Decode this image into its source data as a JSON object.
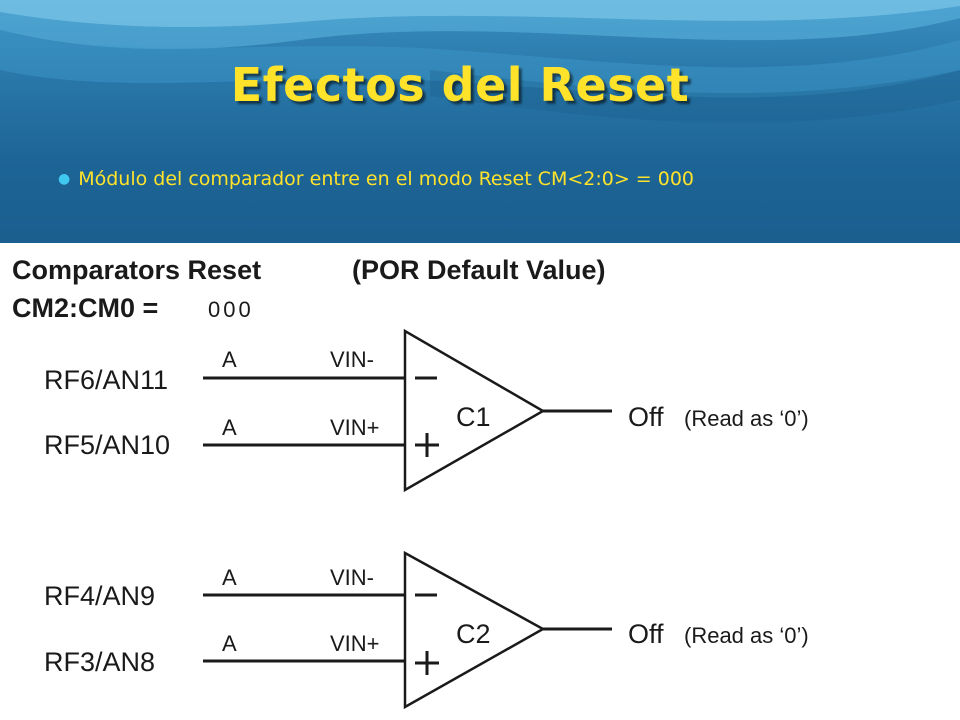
{
  "title": "Efectos del Reset",
  "bullet": "Módulo del comparador entre en el modo Reset CM<2:0> = 000",
  "diagram": {
    "heading_left": "Comparators Reset",
    "heading_right": "(POR Default Value)",
    "mode_label": "CM2:CM0 =",
    "mode_value": "000",
    "comparators": [
      {
        "name": "C1",
        "neg_pin": "RF6/AN11",
        "pos_pin": "RF5/AN10",
        "neg_type": "A",
        "pos_type": "A",
        "vin_neg": "VIN-",
        "vin_pos": "VIN+",
        "output": "Off",
        "output_note": "(Read as ‘0’)"
      },
      {
        "name": "C2",
        "neg_pin": "RF4/AN9",
        "pos_pin": "RF3/AN8",
        "neg_type": "A",
        "pos_type": "A",
        "vin_neg": "VIN-",
        "vin_pos": "VIN+",
        "output": "Off",
        "output_note": "(Read as ‘0’)"
      }
    ]
  }
}
